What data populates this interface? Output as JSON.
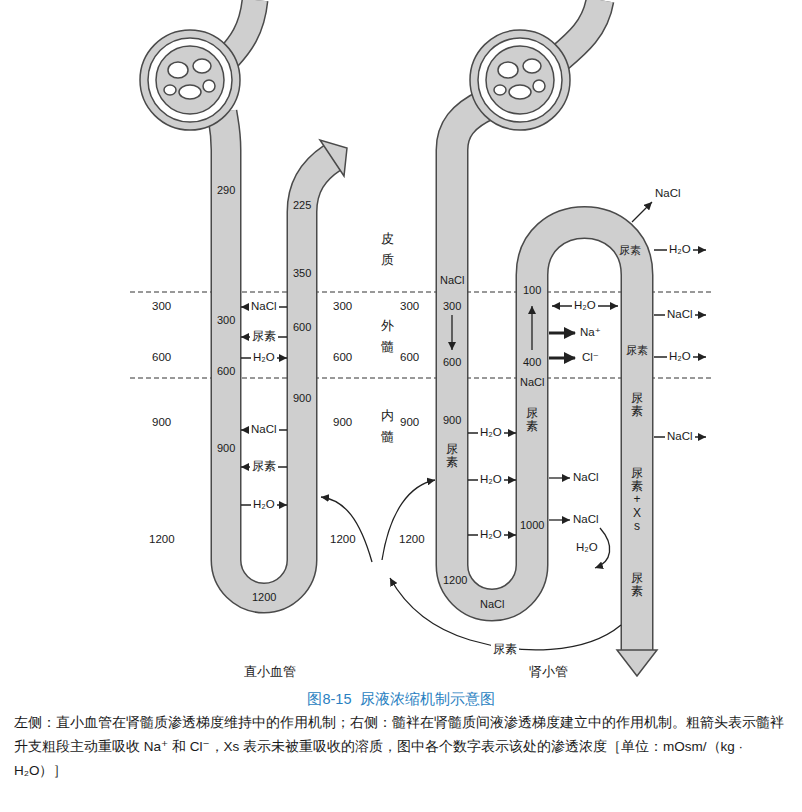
{
  "diagram": {
    "title": "图8-15  尿液浓缩机制示意图",
    "caption": "左侧：直小血管在肾髓质渗透梯度维持中的作用机制；右侧：髓袢在肾髓质间液渗透梯度建立中的作用机制。粗箭头表示髓袢升支粗段主动重吸收 Na⁺ 和 Cl⁻，Xs 表示未被重吸收的溶质，图中各个数字表示该处的渗透浓度［单位：mOsm/（kg · H₂O）］",
    "labels": [
      "290",
      "225",
      "350",
      "300",
      "NaCl",
      "300",
      "300",
      "600",
      "尿素",
      "600",
      "H₂O",
      "600",
      "600",
      "900",
      "900",
      "NaCl",
      "900",
      "900",
      "尿素",
      "H₂O",
      "1200",
      "1200",
      "1200",
      "皮质",
      "外髓",
      "内髓",
      "NaCl",
      "300",
      "300",
      "100",
      "H₂O",
      "Na⁺",
      "600",
      "600",
      "400",
      "Cl⁻",
      "NaCl",
      "900",
      "900",
      "尿素",
      "H₂O",
      "尿素",
      "H₂O",
      "NaCl",
      "1200",
      "1000",
      "H₂O",
      "NaCl",
      "H₂O",
      "1200",
      "NaCl",
      "NaCl",
      "尿素",
      "H₂O",
      "NaCl",
      "尿素",
      "H₂O",
      "尿素",
      "NaCl",
      "尿素+Xs",
      "尿素",
      "尿素",
      "直小血管",
      "肾小管"
    ]
  }
}
